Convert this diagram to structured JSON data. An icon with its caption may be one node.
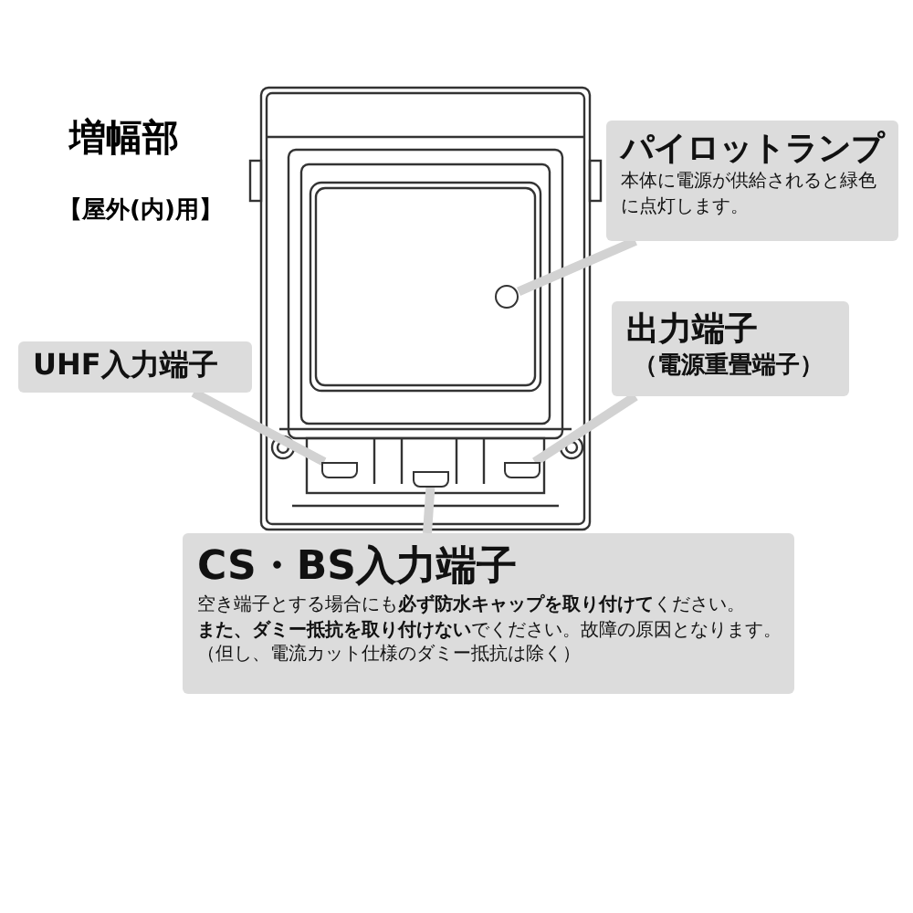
{
  "diagram": {
    "title": "増幅部",
    "nodes": [
      {
        "text": [
          "パイロットランプ",
          "本体に電源が供給されると緑色に点灯します。"
        ]
      },
      {
        "text": [],
        "shape": "circle"
      },
      {
        "text": [
          "UHF入力端子"
        ]
      },
      {
        "text": [],
        "shape": "box"
      },
      {
        "text": [
          "出力端子",
          "（電源重畳端子）"
        ]
      },
      {
        "text": [],
        "shape": "box"
      },
      {
        "text": [
          "CS・BS入力端子",
          "空き端子とする場合にも**必ず防水キャップを取り付けて**ください。",
          "**また、ダミー抵抗を取り付けない**でください。故障の原因となります。",
          "（但し、電流カット仕様のダミー抵抗は除く）"
        ]
      },
      {
        "text": [],
        "shape": "box"
      }
    ],
    "edges": [
      {
        "from": 0,
        "to": 1,
        "arrow": "none"
      },
      {
        "from": 2,
        "to": 3,
        "arrow": "none"
      },
      {
        "from": 4,
        "to": 5,
        "arrow": "none"
      },
      {
        "from": 6,
        "to": 7,
        "arrow": "none"
      }
    ],
    "labels": [
      "【屋外(内)用】"
    ]
  }
}
